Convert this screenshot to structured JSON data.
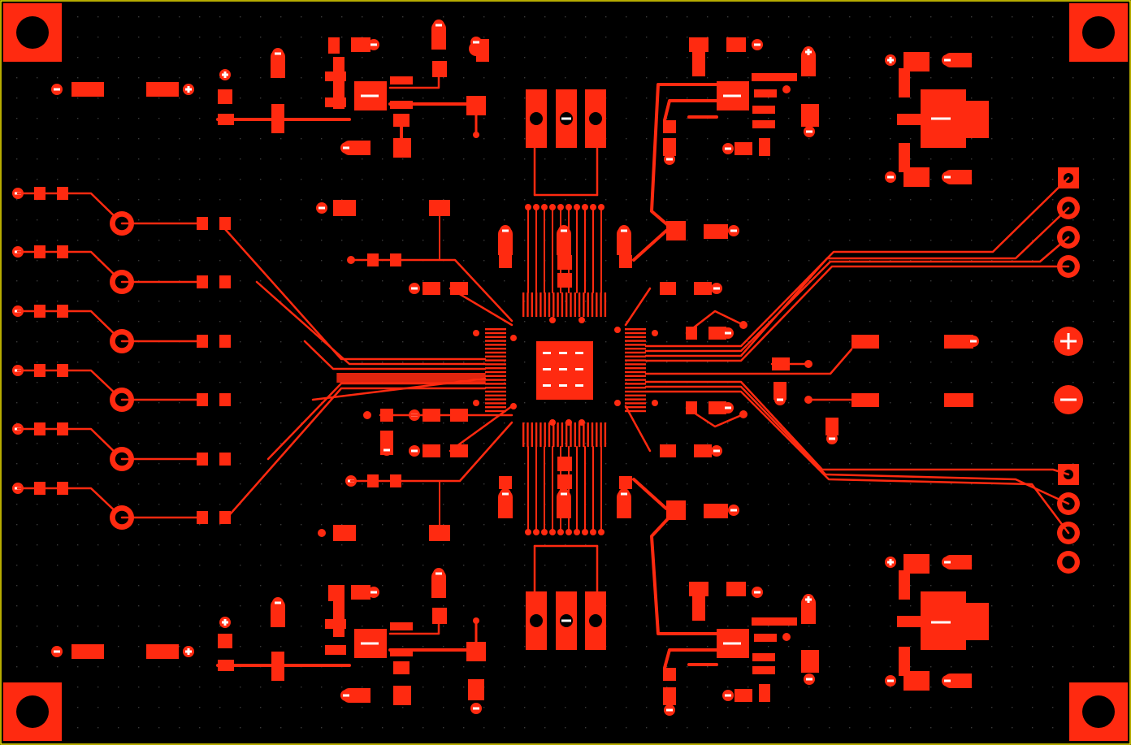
{
  "view": {
    "colors": {
      "background": "#000000",
      "copper": "#ff2a10",
      "outline": "#f2e600",
      "grid_dot": "#3a3a3a",
      "mark": "#ffffff"
    }
  },
  "board": {
    "mounting_holes": 4,
    "pad_markers": [
      "+",
      "−"
    ],
    "pad_markers_meaning": [
      "positive",
      "negative"
    ],
    "power_terminals": [
      "+",
      "−"
    ],
    "left_channels": 6,
    "right_headers": [
      {
        "pins": 4
      },
      {
        "pins": 4
      }
    ],
    "center_chip": {
      "package": "QFN",
      "exposed_pad_vias": 9
    }
  }
}
